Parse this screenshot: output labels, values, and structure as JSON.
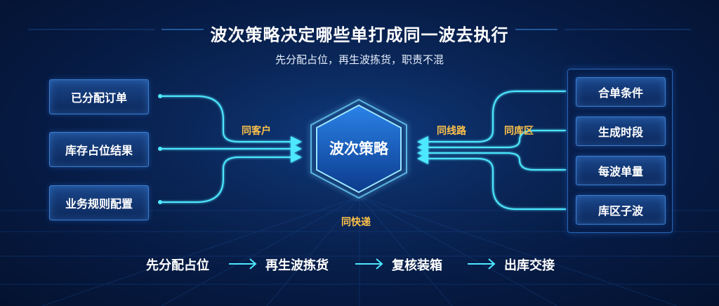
{
  "title": "波次策略决定哪些单打成同一波去执行",
  "subtitle": "先分配占位，再生波拣货，职责不混",
  "inputs": [
    "已分配订单",
    "库存占位结果",
    "业务规则配置"
  ],
  "hub": "波次策略",
  "merge_tags": {
    "same_customer": "同客户",
    "same_route": "同线路",
    "same_zone": "同库区",
    "same_express": "同快递"
  },
  "outputs": [
    "合单条件",
    "生成时段",
    "每波单量",
    "库区子波"
  ],
  "flow": [
    "先分配占位",
    "再生波拣货",
    "复核装箱",
    "出库交接"
  ],
  "colors": {
    "background": "#04122f",
    "box_border": "#3d7fd0",
    "connector": "#4de8ff",
    "tag": "#ffc24a",
    "text": "#ffffff"
  }
}
